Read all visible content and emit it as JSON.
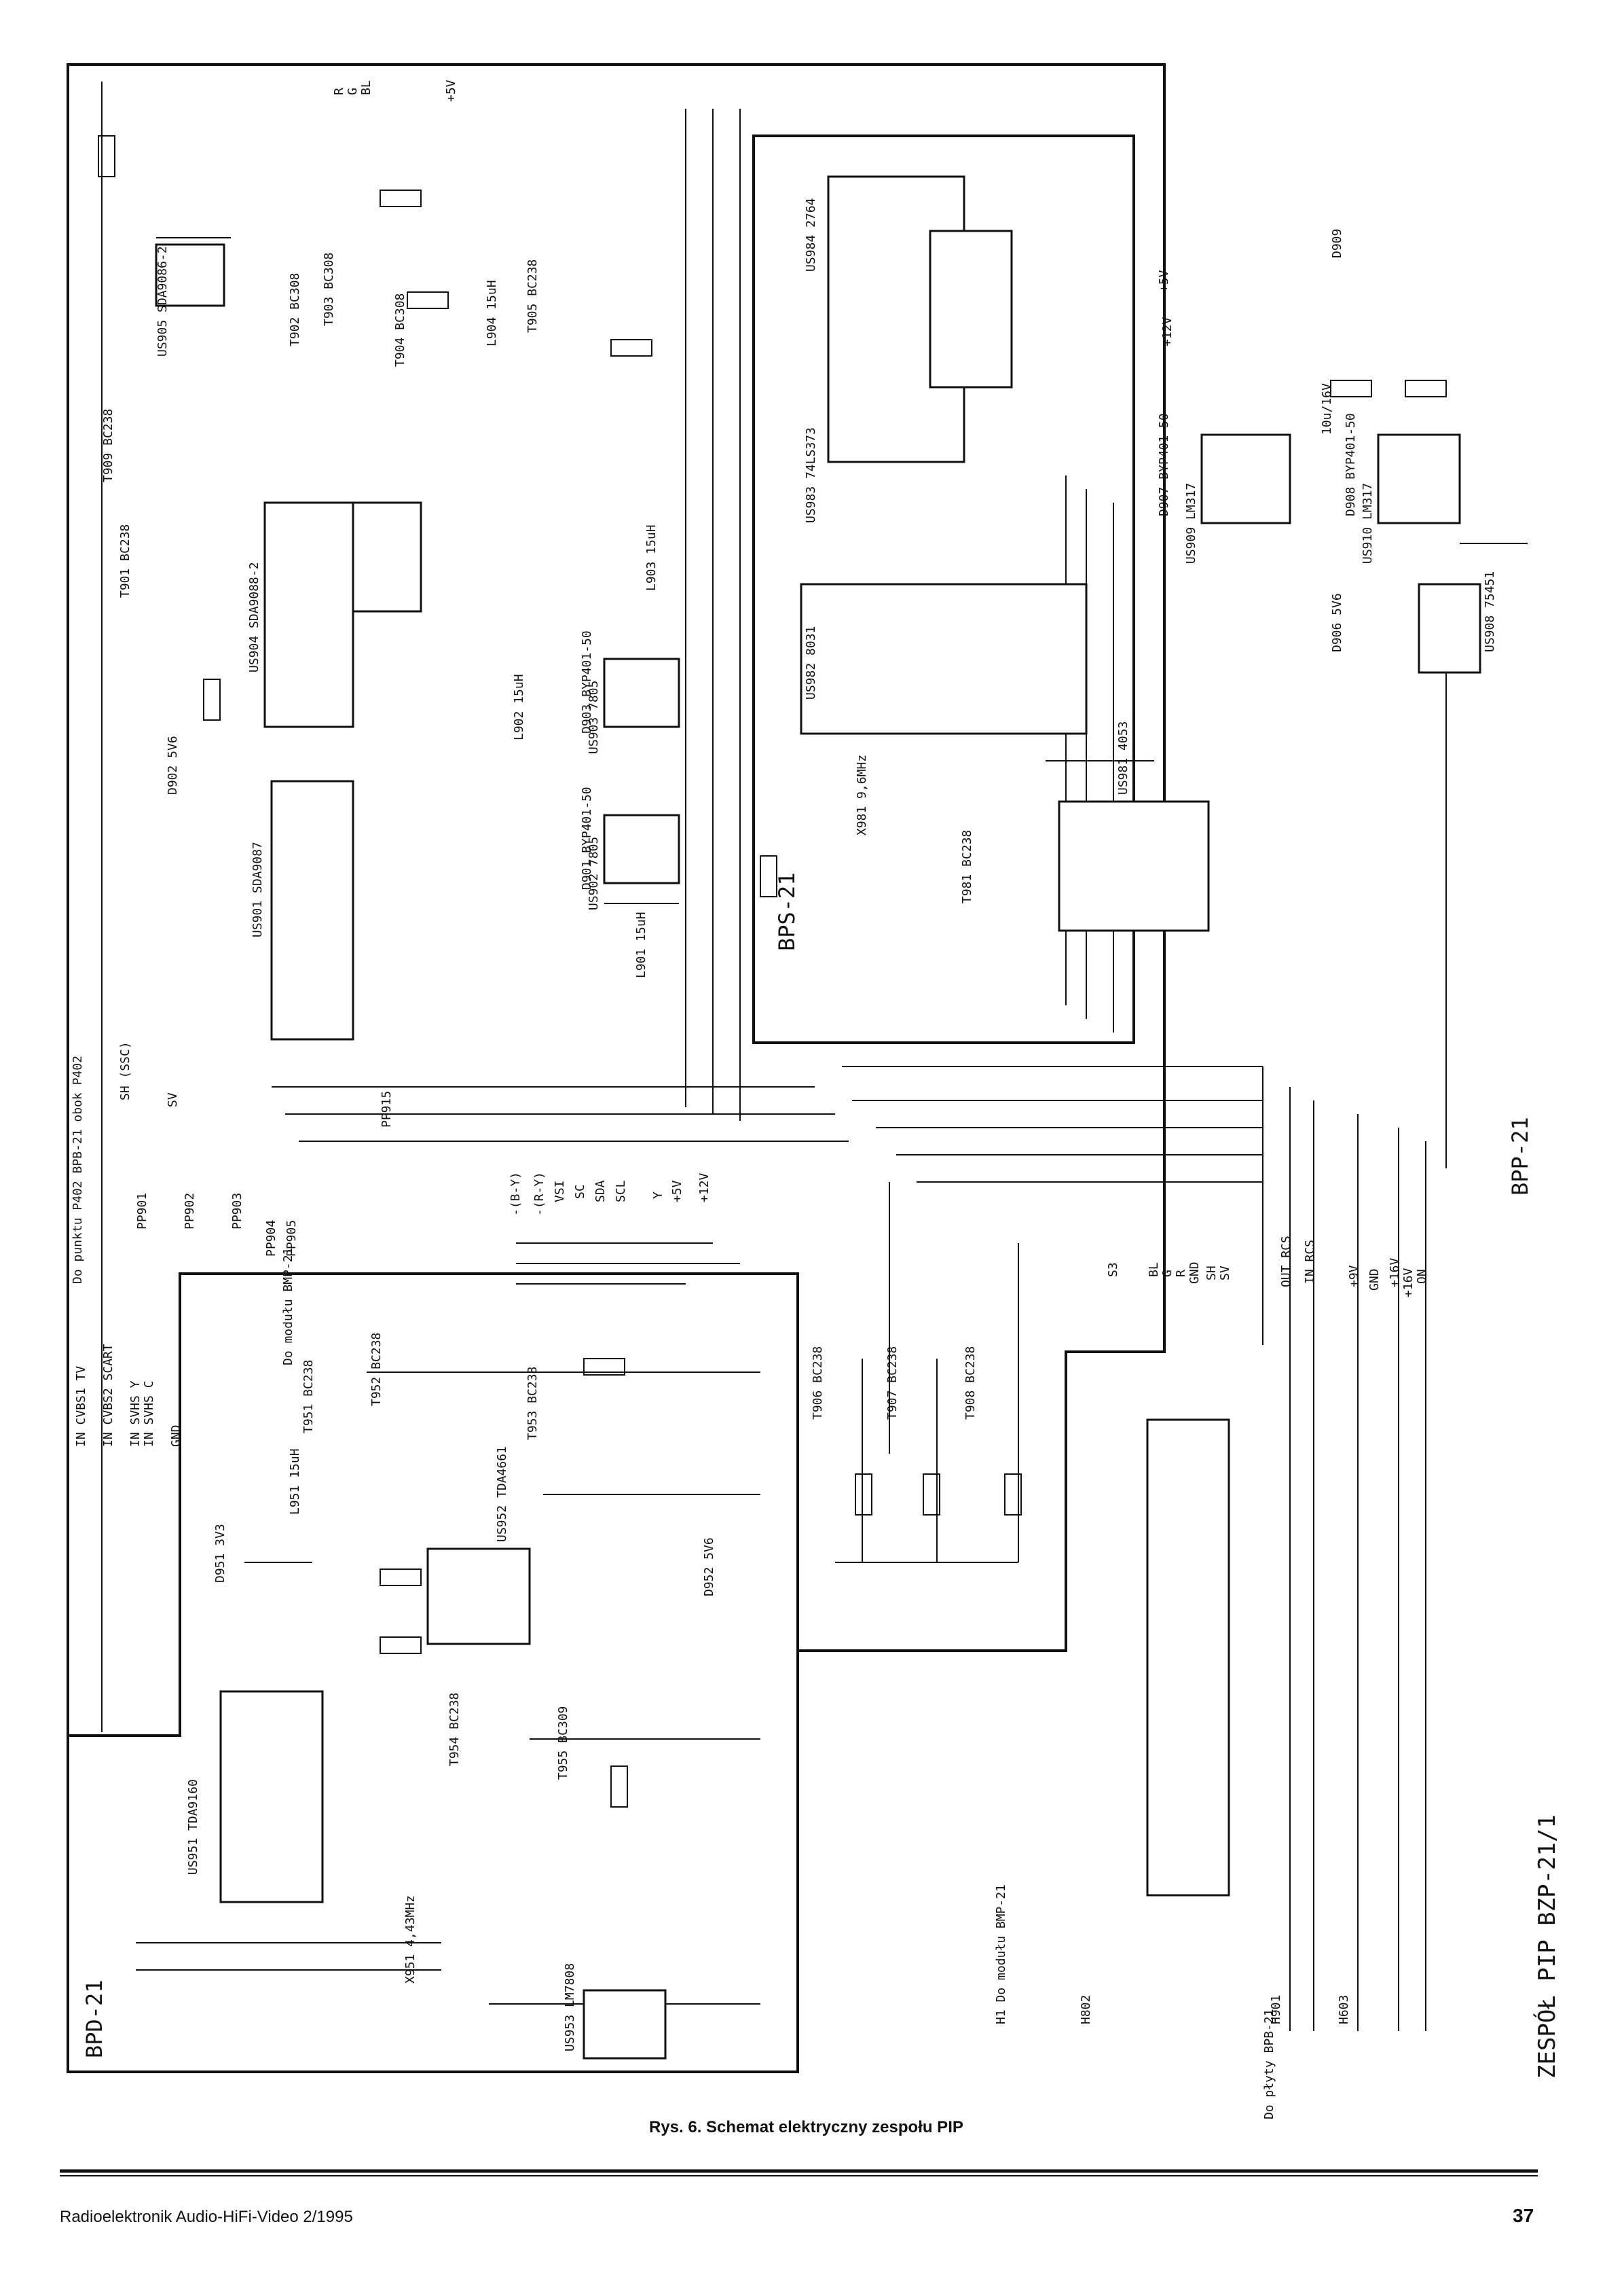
{
  "caption": "Rys. 6. Schemat elektryczny zespołu PIP",
  "footer": {
    "journal": "Radioelektronik Audio-HiFi-Video 2/1995",
    "page_number": "37"
  },
  "title_block": "ZESPÓŁ PIP BZP-21/1",
  "boards": {
    "bpd": "BPD-21",
    "bps": "BPS-21",
    "bpp": "BPP-21"
  },
  "ics": [
    {
      "ref": "US901",
      "type": "SDA9087"
    },
    {
      "ref": "US904",
      "type": "SDA9088-2"
    },
    {
      "ref": "US905",
      "type": "SDA9086-2"
    },
    {
      "ref": "US902",
      "type": "7805"
    },
    {
      "ref": "US903",
      "type": "7805"
    },
    {
      "ref": "US981",
      "type": "4053"
    },
    {
      "ref": "US982",
      "type": "8031"
    },
    {
      "ref": "US983",
      "type": "74LS373"
    },
    {
      "ref": "US984",
      "type": "2764"
    },
    {
      "ref": "US909",
      "type": "LM317"
    },
    {
      "ref": "US910",
      "type": "LM317"
    },
    {
      "ref": "US908",
      "type": "75451"
    },
    {
      "ref": "US951",
      "type": "TDA9160"
    },
    {
      "ref": "US952",
      "type": "TDA4661"
    },
    {
      "ref": "US953",
      "type": "LM7808"
    }
  ],
  "connectors": {
    "w904_title": "Do modułu BMP-21",
    "w904_inputs": [
      "IN CVBS1 TV",
      "IN CVBS2 SCART",
      "IN SVHS Y",
      "IN SVHS C",
      "GND"
    ],
    "w902": [
      "-(B-Y)",
      "-(R-Y)",
      "VSI",
      "SC",
      "SDA",
      "SCL",
      "Y",
      "+5V",
      "+12V"
    ],
    "bpp_bus": [
      "S3",
      "BL",
      "G",
      "R",
      "GND",
      "SH",
      "SV",
      "OUT RCS",
      "IN RCS",
      "+9V",
      "GND",
      "+16V",
      "ON"
    ],
    "bpp_out": {
      "h1": "H1 Do modułu BMP-21",
      "h802": "H802",
      "h901": "H901",
      "h603": "H603",
      "to_board": "Do płyty BPB-21"
    },
    "rgb_top": [
      "R",
      "G",
      "BL",
      "+5V"
    ],
    "test_points": [
      "PP901",
      "PP902",
      "PP903",
      "PP904",
      "PP905",
      "PP915"
    ],
    "pp_note": "Do punktu P402 BPB-21 obok P402",
    "ssc_label": "SH (SSC)",
    "sv_label": "SV"
  },
  "regulators": {
    "top_inputs": [
      "+5V",
      "+12V",
      "+16V"
    ],
    "vin_note": "10u/16V"
  },
  "components": {
    "transistors": [
      "T901 BC238",
      "T902 BC308",
      "T903 BC308",
      "T904 BC308",
      "T905 BC238",
      "T906 BC238",
      "T907 BC238",
      "T908 BC238",
      "T909 BC238",
      "T951 BC238",
      "T952 BC238",
      "T953 BC238",
      "T954 BC238",
      "T955 BC309",
      "T981 BC238"
    ],
    "diodes": [
      "D901 BYP401-50",
      "D902 5V6",
      "D903 BYP401-50",
      "D906 5V6",
      "D907 BYP401-50",
      "D908 BYP401-50",
      "D909",
      "D951 3V3",
      "D952 5V6"
    ],
    "crystals": [
      "X981 9,6MHz",
      "X951 4,43MHz"
    ],
    "inductors": [
      "L901 15uH",
      "L902 15uH",
      "L903 15uH",
      "L904 15uH",
      "L951 15uH"
    ]
  }
}
